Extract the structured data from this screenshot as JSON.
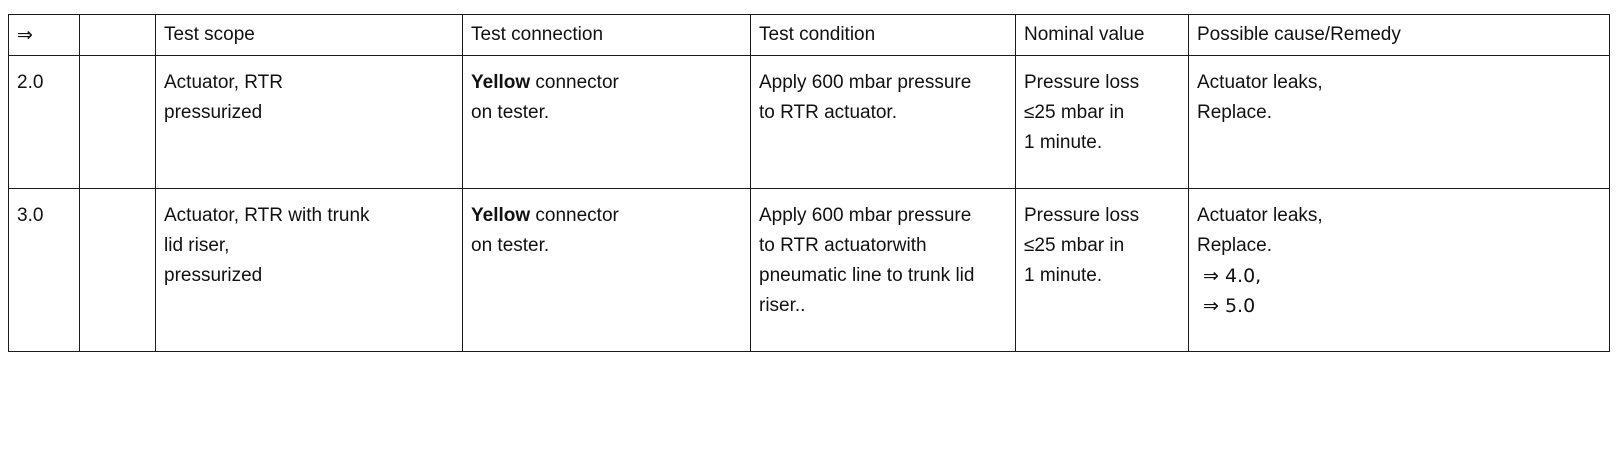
{
  "header": {
    "arrow": "⇒",
    "blank": "",
    "test_scope": "Test scope",
    "test_connection": "Test connection",
    "test_condition": "Test condition",
    "nominal_value": "Nominal value",
    "remedy": "Possible cause/Remedy"
  },
  "rows": [
    {
      "step": "2.0",
      "scope": [
        "Actuator,  RTR",
        "pressurized"
      ],
      "connection_bold": "Yellow",
      "connection_rest": " connector",
      "connection_line2": "on tester.",
      "condition": [
        "Apply 600 mbar pressure",
        "to RTR actuator."
      ],
      "nominal": [
        "Pressure loss",
        "≤25 mbar in",
        "1 minute."
      ],
      "remedy": [
        "Actuator leaks,",
        "Replace."
      ]
    },
    {
      "step": "3.0",
      "scope": [
        "Actuator,  RTR with trunk",
        "lid riser,",
        "pressurized"
      ],
      "connection_bold": "Yellow",
      "connection_rest": " connector",
      "connection_line2": "on tester.",
      "condition": [
        "Apply 600 mbar pressure",
        "to RTR actuatorwith",
        "pneumatic line to trunk lid",
        "riser.."
      ],
      "nominal": [
        "Pressure loss",
        "≤25 mbar in",
        "1 minute."
      ],
      "remedy": [
        "Actuator leaks,",
        "Replace.",
        "⇒ 4.0,",
        "⇒ 5.0"
      ]
    }
  ]
}
